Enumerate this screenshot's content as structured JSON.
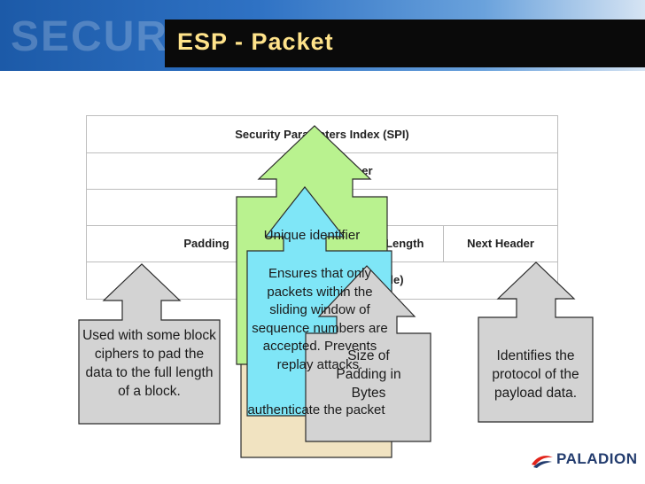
{
  "header": {
    "background_word": "SECURE",
    "title": "ESP - Packet"
  },
  "packet": {
    "spi": "Security Parameters Index (SPI)",
    "sequence": "Sequence Number",
    "padding": "Padding",
    "pad_length": "Pad Length",
    "next_header": "Next Header",
    "auth": "Authentication Data (variable)"
  },
  "callouts": {
    "padding": "Used with some block ciphers to pad the data to the full length of a block.",
    "spi": "Unique identifier",
    "sequence": "Ensures that only packets within the sliding window of sequence numbers are accepted. Prevents replay attacks.",
    "auth_tail": "authenticate the packet",
    "pad_length": "Size of Padding in Bytes",
    "next_header": "Identifies the protocol of the payload data."
  },
  "logo": {
    "text": "PALADION"
  },
  "colors": {
    "title_text": "#ffe38a",
    "green_callout": "#b9f28f",
    "cyan_callout": "#7fe6f7",
    "tan_callout": "#f1e3c1",
    "gray_callout": "#d3d3d3"
  }
}
